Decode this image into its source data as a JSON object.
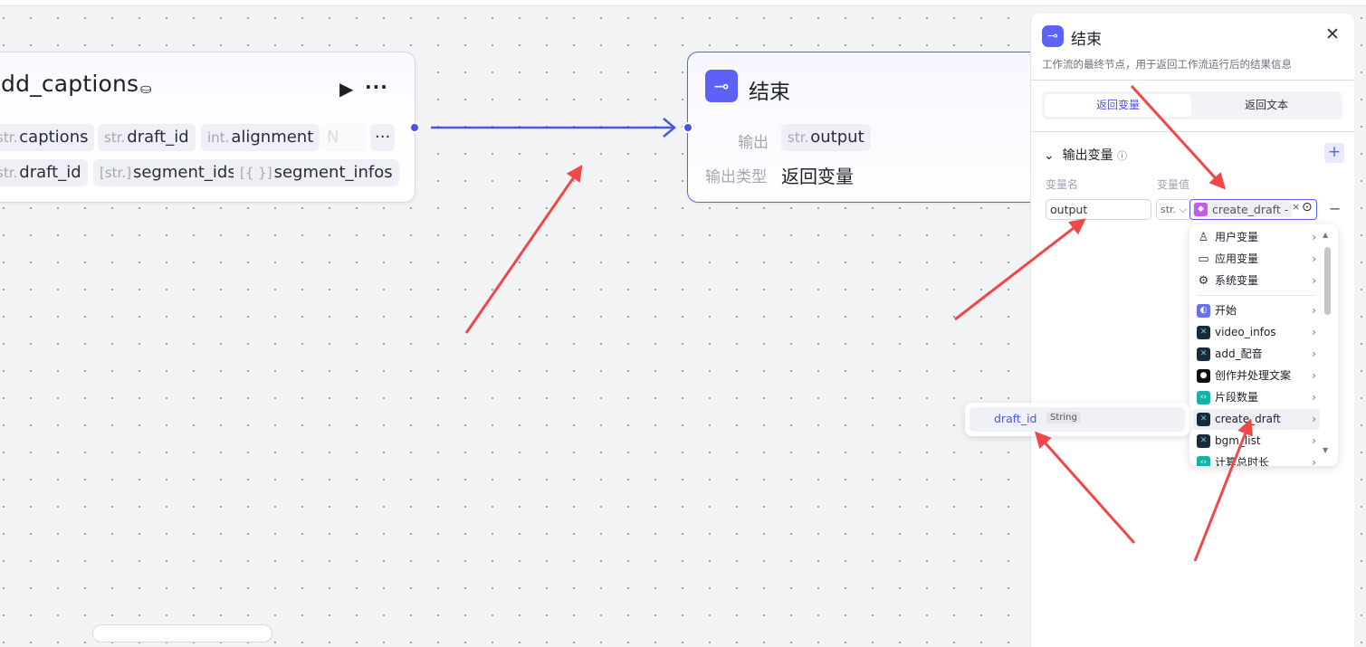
{
  "canvas": {
    "source_node": {
      "title": "dd_captions",
      "inputs": [
        {
          "type": "str.",
          "name": "captions"
        },
        {
          "type": "str.",
          "name": "draft_id"
        },
        {
          "type": "int.",
          "name": "alignment"
        },
        {
          "type": "",
          "name": "N"
        }
      ],
      "outputs": [
        {
          "type": "str.",
          "name": "draft_id"
        },
        {
          "type": "[str.]",
          "name": "segment_ids"
        },
        {
          "type": "[{ }]",
          "name": "segment_infos"
        }
      ],
      "more_label": "···"
    },
    "end_node": {
      "title": "结束",
      "output_label": "输出",
      "output_type": "str.",
      "output_name": "output",
      "type_label": "输出类型",
      "type_value": "返回变量"
    }
  },
  "panel": {
    "title": "结束",
    "description": "工作流的最终节点，用于返回工作流运行后的结果信息",
    "tabs": [
      {
        "label": "返回变量",
        "active": true
      },
      {
        "label": "返回文本",
        "active": false
      }
    ],
    "section_title": "输出变量",
    "col_name": "变量名",
    "col_value": "变量值",
    "row": {
      "name": "output",
      "type": "str.",
      "ref": "create_draft - draft_id"
    }
  },
  "dropdown": {
    "items": [
      {
        "label": "用户变量",
        "icon": "user-icon"
      },
      {
        "label": "应用变量",
        "icon": "folder-icon"
      },
      {
        "label": "系统变量",
        "icon": "gear-icon"
      },
      {
        "label": "开始",
        "icon": "start-icon"
      },
      {
        "label": "video_infos",
        "icon": "plugin-icon"
      },
      {
        "label": "add_配音",
        "icon": "plugin-icon"
      },
      {
        "label": "创作并处理文案",
        "icon": "llm-icon"
      },
      {
        "label": "片段数量",
        "icon": "code-icon"
      },
      {
        "label": "create_draft",
        "icon": "plugin-icon"
      },
      {
        "label": "bgm_list",
        "icon": "plugin-icon"
      },
      {
        "label": "计算总时长",
        "icon": "code-icon"
      }
    ]
  },
  "submenu": {
    "name": "draft_id",
    "type": "String"
  },
  "colors": {
    "accent": "#4d53e8",
    "arrow": "#f04848"
  }
}
